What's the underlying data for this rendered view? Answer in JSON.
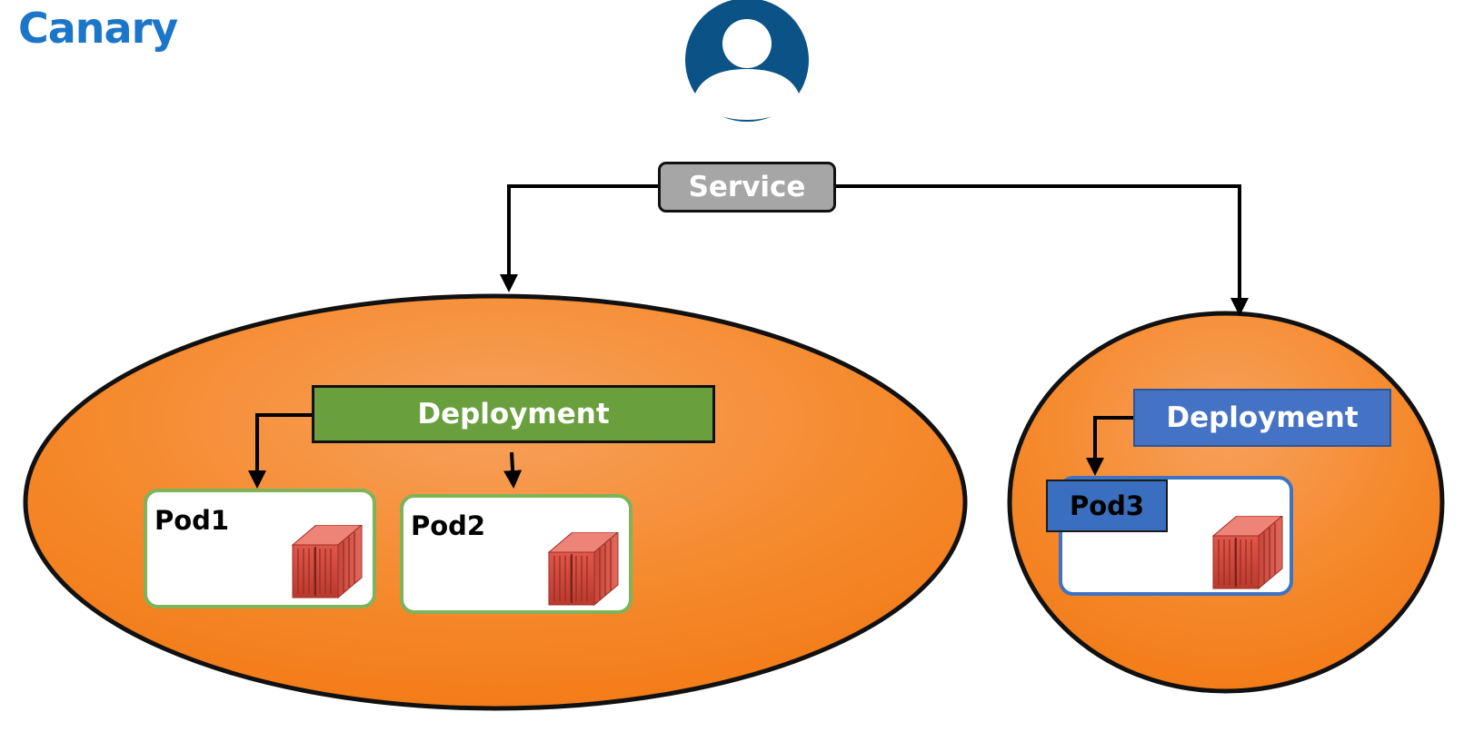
{
  "title": "Canary",
  "user": {
    "icon": "user-avatar-icon"
  },
  "service": {
    "label": "Service"
  },
  "stable_group": {
    "deployment_label": "Deployment",
    "pods": [
      {
        "label": "Pod1",
        "icon": "shipping-container-icon"
      },
      {
        "label": "Pod2",
        "icon": "shipping-container-icon"
      }
    ]
  },
  "canary_group": {
    "deployment_label": "Deployment",
    "pods": [
      {
        "label": "Pod3",
        "icon": "shipping-container-icon"
      }
    ]
  },
  "colors": {
    "title": "#1b75c9",
    "user_icon": "#0b5287",
    "service_box": "#a6a6a6",
    "group_fill": "#f5821f",
    "stable_deployment": "#6a9f3d",
    "canary_deployment": "#4472c4",
    "container": "#d94b3d"
  }
}
